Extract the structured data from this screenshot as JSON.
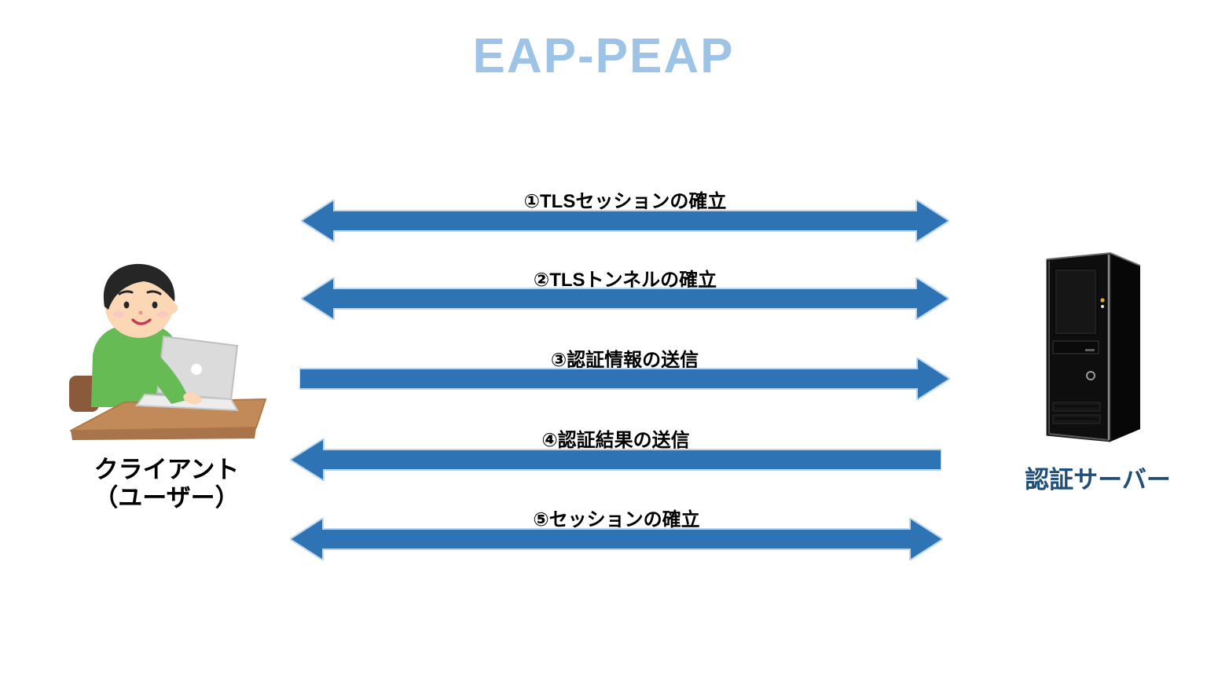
{
  "title": "EAP-PEAP",
  "colors": {
    "title": "#9DC3E6",
    "arrow-fill": "#2E74B5",
    "arrow-stroke": "#BDD7EE",
    "server-label": "#1F4E79",
    "text": "#000000"
  },
  "client": {
    "label_line1": "クライアント",
    "label_line2": "（ユーザー）",
    "illustration": "person-at-laptop"
  },
  "server": {
    "label": "認証サーバー",
    "illustration": "tower-server"
  },
  "arrows": [
    {
      "step": "1",
      "label": "①TLSセッションの確立",
      "direction": "both"
    },
    {
      "step": "2",
      "label": "②TLSトンネルの確立",
      "direction": "both"
    },
    {
      "step": "3",
      "label": "③認証情報の送信",
      "direction": "right"
    },
    {
      "step": "4",
      "label": "④認証結果の送信",
      "direction": "left"
    },
    {
      "step": "5",
      "label": "⑤セッションの確立",
      "direction": "both"
    }
  ]
}
